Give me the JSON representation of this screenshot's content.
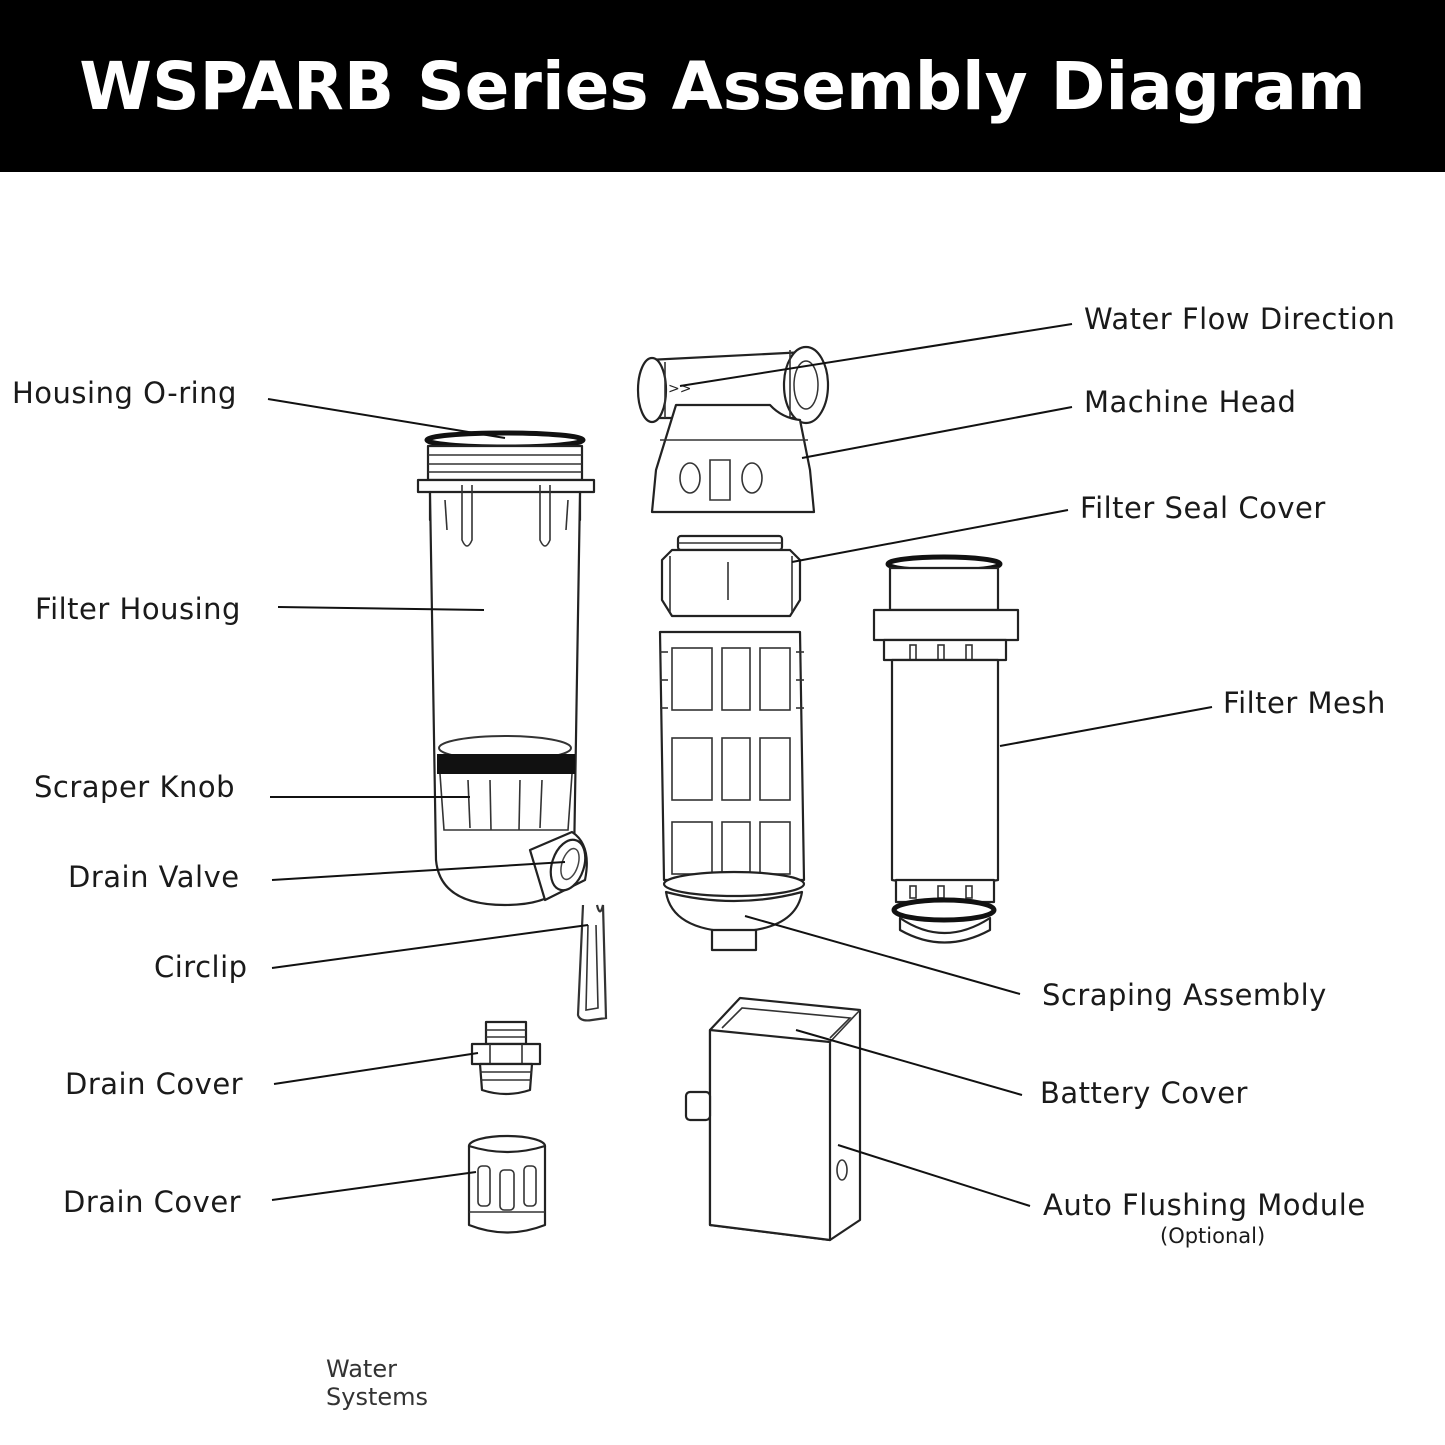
{
  "title": "WSPARB Series Assembly Diagram",
  "labels": {
    "water_flow_direction": "Water Flow Direction",
    "machine_head": "Machine Head",
    "filter_seal_cover": "Filter Seal Cover",
    "filter_mesh": "Filter Mesh",
    "scraping_assembly": "Scraping Assembly",
    "battery_cover": "Battery Cover",
    "auto_flushing_module": "Auto Flushing Module",
    "auto_flushing_optional": "(Optional)",
    "housing_oring": "Housing O-ring",
    "filter_housing": "Filter Housing",
    "scraper_knob": "Scraper Knob",
    "drain_valve": "Drain Valve",
    "circlip": "Circlip",
    "drain_cover_1": "Drain Cover",
    "drain_cover_2": "Drain Cover"
  },
  "flow_arrow_glyph": ">>",
  "brand": {
    "line1": "Water",
    "line2": "Systems"
  }
}
